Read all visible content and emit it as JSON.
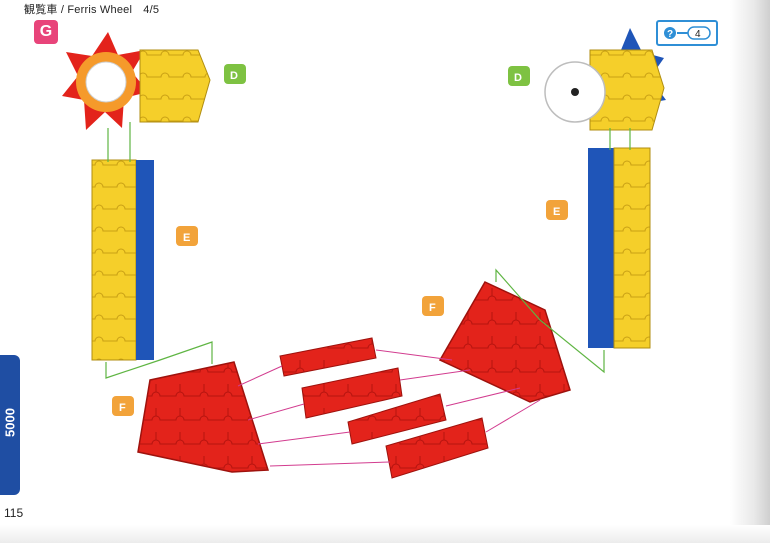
{
  "header": {
    "title": "観覧車 / Ferris Wheel　4/5"
  },
  "step": {
    "badge": "G"
  },
  "info_box": {
    "count": "4"
  },
  "side_tab": {
    "label": "5000"
  },
  "page": {
    "number": "115"
  },
  "part_labels": {
    "d_left": "D",
    "d_right": "D",
    "e_left": "E",
    "e_right": "E",
    "f_left": "F",
    "f_right": "F"
  },
  "colors": {
    "red": "#e3231b",
    "yellow": "#f5cf2a",
    "blue": "#1f55b8",
    "green_label": "#7ec242",
    "orange_label": "#f2a33a",
    "pink_arrow": "#d23c8f"
  }
}
